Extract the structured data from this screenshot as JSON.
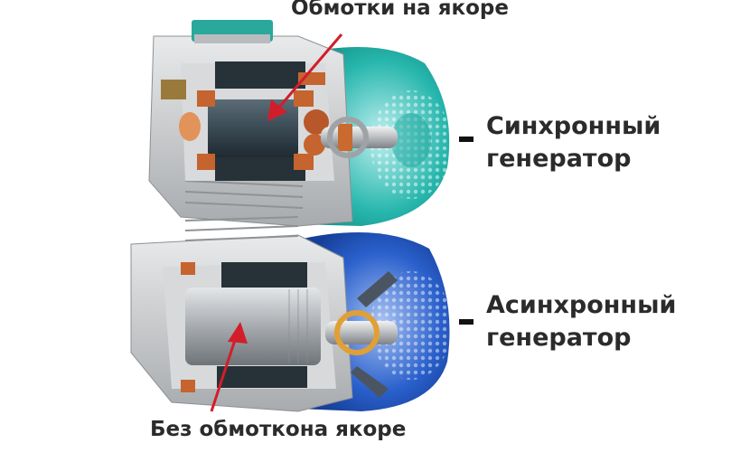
{
  "labels": {
    "top": "Обмотки на якоре",
    "bottom": "Без обмоткона якоре"
  },
  "generators": {
    "sync": {
      "line1": "Синхронный",
      "line2": "генератор"
    },
    "async": {
      "line1": "Асинхронный",
      "line2": "генератор"
    }
  },
  "colors": {
    "sync_fan": "#1ab0a6",
    "async_fan": "#1f55c4",
    "copper": "#c5642e",
    "arrow": "#d21e2a"
  }
}
